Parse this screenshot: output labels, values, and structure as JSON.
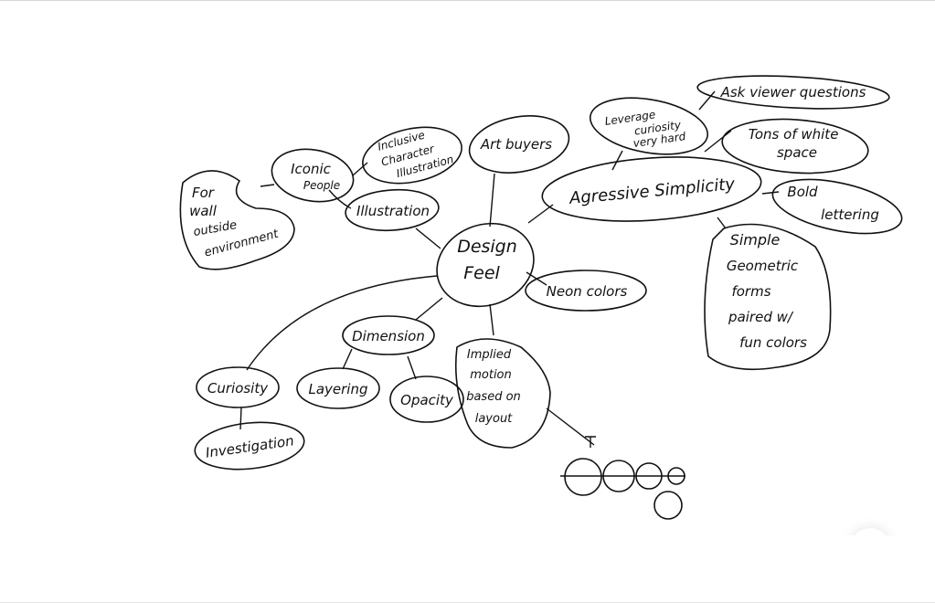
{
  "mind_map": {
    "center": [
      "Design",
      "Feel"
    ],
    "nodes": {
      "art_buyers": [
        "Art buyers"
      ],
      "illustration": [
        "Illustration"
      ],
      "iconic_people": [
        "Iconic",
        "People"
      ],
      "inclusive": [
        "Inclusive",
        "Character",
        "Illustration"
      ],
      "for_wall": [
        "For",
        "wall",
        "outside",
        "environment"
      ],
      "aggressive_simplicity": [
        "Agressive Simplicity"
      ],
      "leverage_curiosity": [
        "Leverage",
        "curiosity",
        "very hard"
      ],
      "ask_viewer": [
        "Ask viewer questions"
      ],
      "white_space": [
        "Tons of white",
        "space"
      ],
      "bold_lettering": [
        "Bold",
        "lettering"
      ],
      "simple_geometric": [
        "Simple",
        "Geometric",
        "forms",
        "paired w/",
        "fun colors"
      ],
      "neon_colors": [
        "Neon colors"
      ],
      "dimension": [
        "Dimension"
      ],
      "implied_motion": [
        "Implied",
        "motion",
        "based on",
        "layout"
      ],
      "opacity": [
        "Opacity"
      ],
      "layering": [
        "Layering"
      ],
      "curiosity": [
        "Curiosity"
      ],
      "investigation": [
        "Investigation"
      ]
    }
  }
}
